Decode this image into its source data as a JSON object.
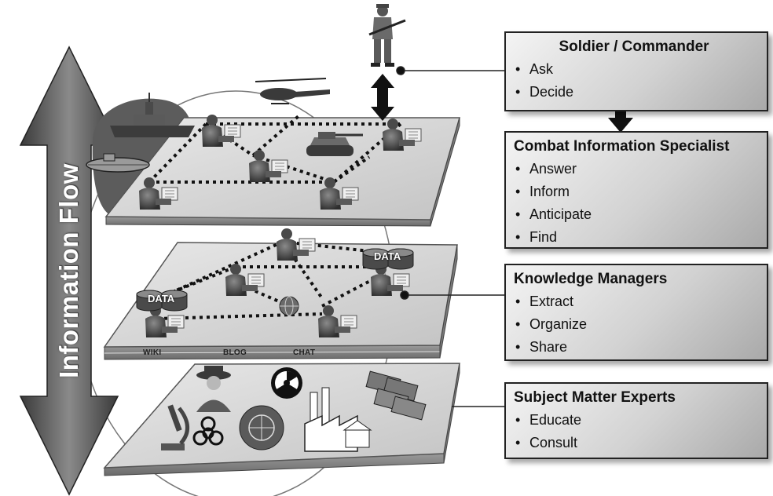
{
  "flow_label": "Information Flow",
  "platform_labels": {
    "wiki": "WIKI",
    "blog": "BLOG",
    "chat": "CHAT"
  },
  "data_label": "DATA",
  "roles": [
    {
      "title": "Soldier / Commander",
      "items": [
        "Ask",
        "Decide"
      ]
    },
    {
      "title": "Combat Information Specialist",
      "items": [
        "Answer",
        "Inform",
        "Anticipate",
        "Find"
      ]
    },
    {
      "title": "Knowledge Managers",
      "items": [
        "Extract",
        "Organize",
        "Share"
      ]
    },
    {
      "title": "Subject Matter Experts",
      "items": [
        "Educate",
        "Consult"
      ]
    }
  ],
  "icons": [
    "soldier-icon",
    "helicopter-icon",
    "ship-icon",
    "submarine-icon",
    "tank-icon",
    "operator-icon",
    "database-icon",
    "globe-icon",
    "spy-icon",
    "radiation-icon",
    "biohazard-icon",
    "un-emblem-icon",
    "microscope-icon",
    "factory-icon",
    "money-icon"
  ]
}
